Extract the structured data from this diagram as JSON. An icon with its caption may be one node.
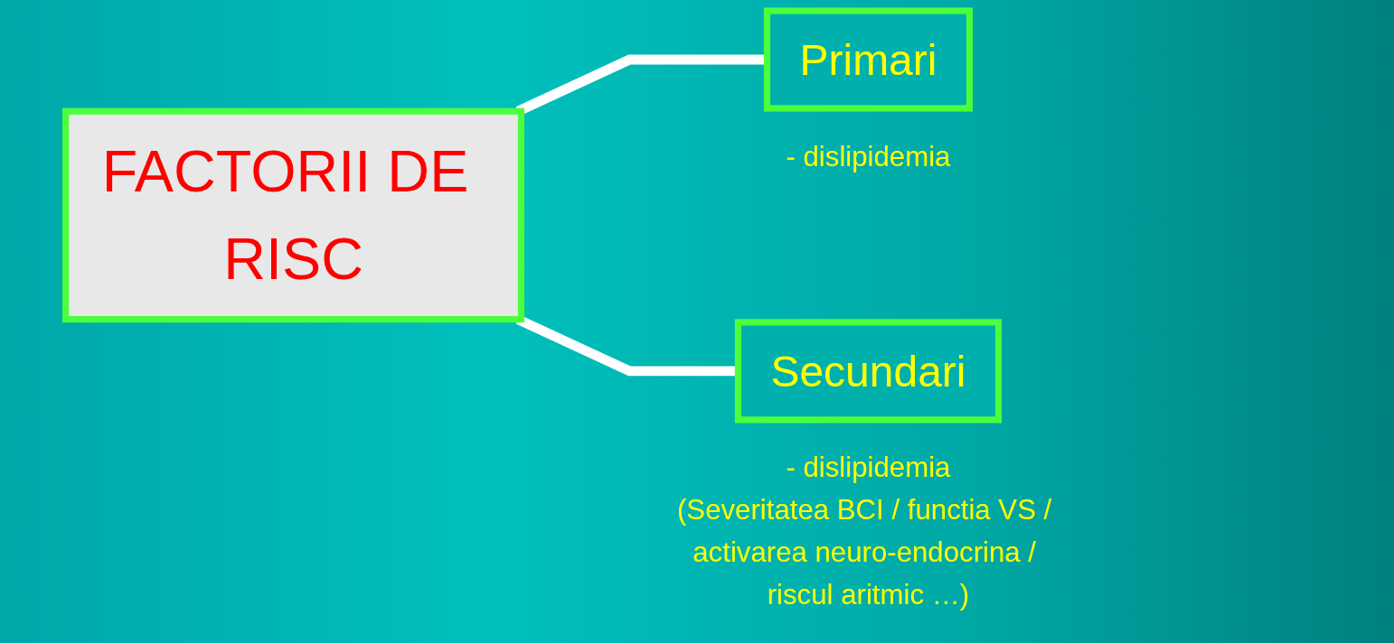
{
  "diagram": {
    "nodes": [
      {
        "text": [
          "FACTORII DE RISC"
        ]
      },
      {
        "text": [
          "Primari"
        ],
        "beside": [
          "- dislipidemia"
        ]
      },
      {
        "text": [
          "Secundari"
        ],
        "beside": [
          "- dislipidemia",
          "(Severitatea BCI / functia VS / activarea neuro-endocrina / riscul aritmic …)"
        ]
      }
    ],
    "edges": [
      {
        "from": 0,
        "to": 1,
        "arrow": "none"
      },
      {
        "from": 0,
        "to": 2,
        "arrow": "none"
      }
    ]
  }
}
